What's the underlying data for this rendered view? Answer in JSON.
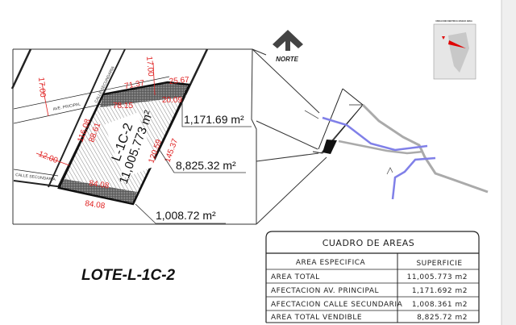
{
  "title": "LOTE-L-1C-2",
  "north_label": "NORTE",
  "location_map_caption": "UBICACION DENTRO E MASIVA AREA",
  "detail": {
    "lot_name": "L-1C-2",
    "lot_area": "11,005.773 m²",
    "roads": {
      "main": "AVE. PRICIPAL",
      "secondary_vertical": "CALLE SECUNDARIA",
      "secondary_bottom": "CALLE SECUNDARIA"
    },
    "dimensions": {
      "road_width_left": "17.00",
      "road_width_right": "17.00",
      "top_left": "71.37",
      "top_right": "25.67",
      "inner_top_right": "20.09",
      "inner_top": "78.15",
      "left_outer": "116.08",
      "left_inner": "88.61",
      "secondary_width": "12.00",
      "bottom_inner": "84.08",
      "bottom_outer": "84.08",
      "right_inner": "120.59",
      "right_outer": "145.37"
    },
    "callouts": {
      "main_road_area": "1,171.69 m²",
      "sellable_area": "8,825.32 m²",
      "secondary_road_area": "1,008.72 m²"
    }
  },
  "area_table": {
    "title": "CUADRO DE AREAS",
    "headers": [
      "AREA ESPECIFICA",
      "SUPERFICIE"
    ],
    "rows": [
      [
        "AREA TOTAL",
        "11,005.773 m2"
      ],
      [
        "AFECTACION AV. PRINCIPAL",
        "1,171.692 m2"
      ],
      [
        "AFECTACION CALLE SECUNDARIA",
        "1,008.361 m2"
      ],
      [
        "AREA TOTAL VENDIBLE",
        "8,825.72 m2"
      ]
    ]
  },
  "colors": {
    "dimension": "#e02020",
    "river": "#7b7be8",
    "highlight": "#e00000"
  }
}
